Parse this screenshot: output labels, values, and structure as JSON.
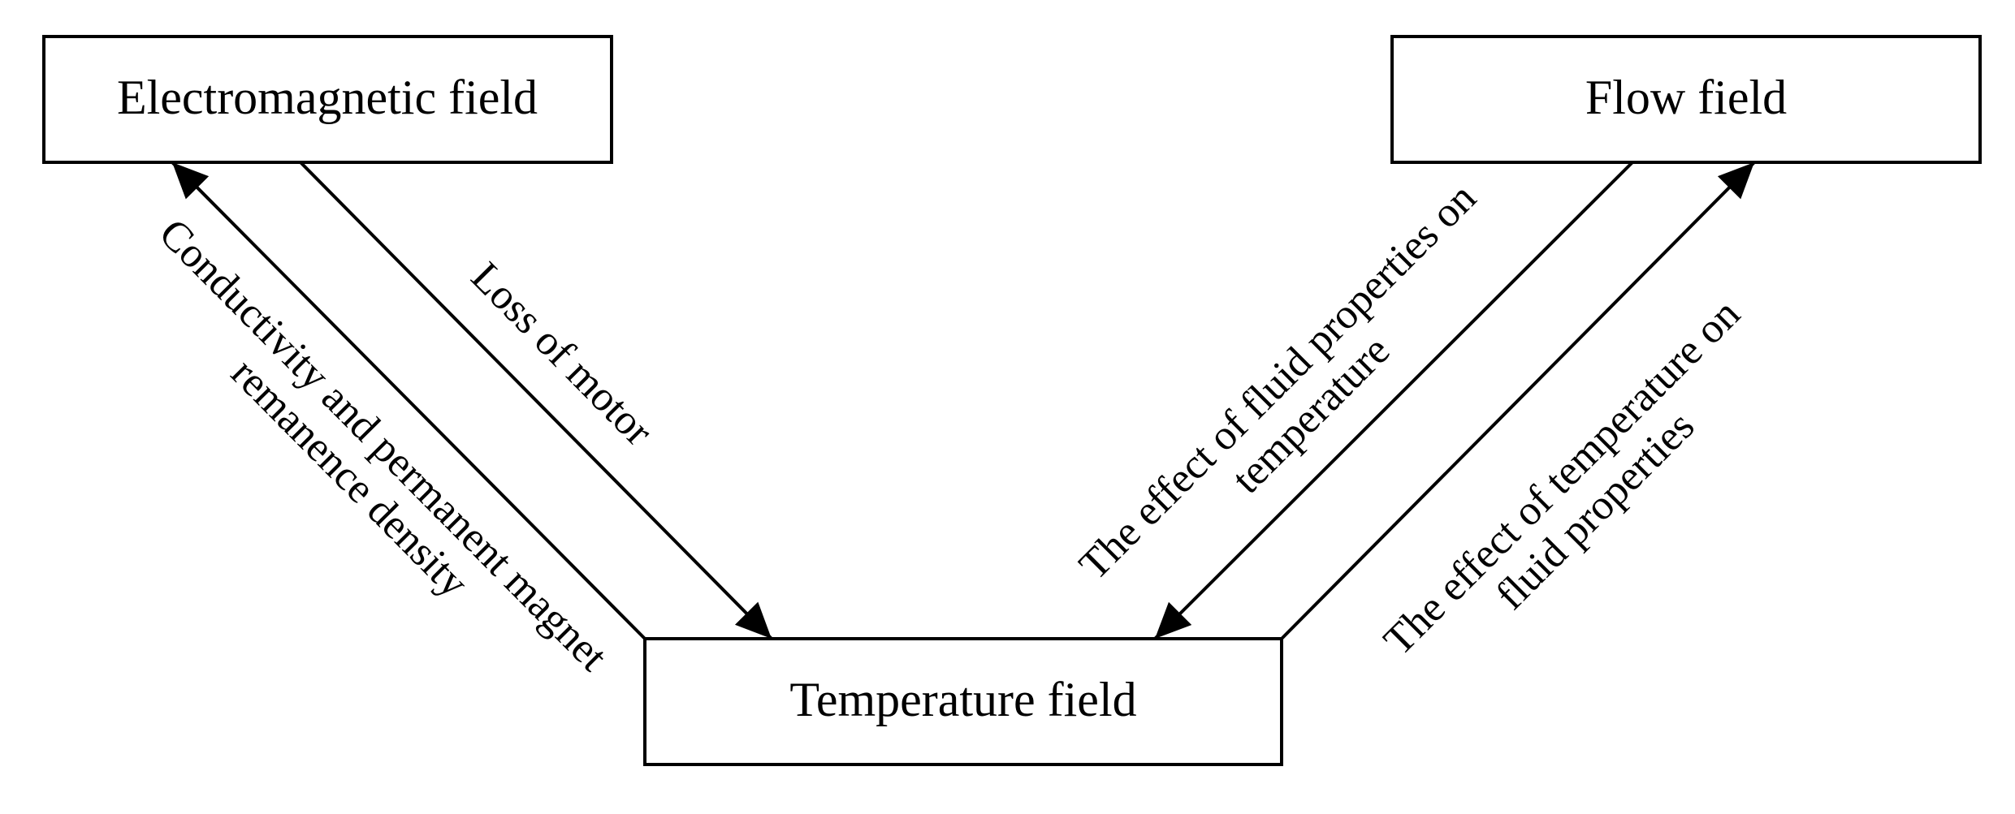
{
  "nodes": {
    "electromagnetic": "Electromagnetic field",
    "flow": "Flow field",
    "temperature": "Temperature field"
  },
  "edges": {
    "em_to_temp": {
      "line1": "Loss of motor"
    },
    "temp_to_em": {
      "line1": "Conductivity and permanent magnet",
      "line2": "remanence density"
    },
    "flow_to_temp": {
      "line1": "The effect of fluid properties on",
      "line2": "temperature"
    },
    "temp_to_flow": {
      "line1": "The effect of temperature on",
      "line2": "fluid properties"
    }
  },
  "colors": {
    "stroke": "#000000",
    "background": "#ffffff"
  }
}
